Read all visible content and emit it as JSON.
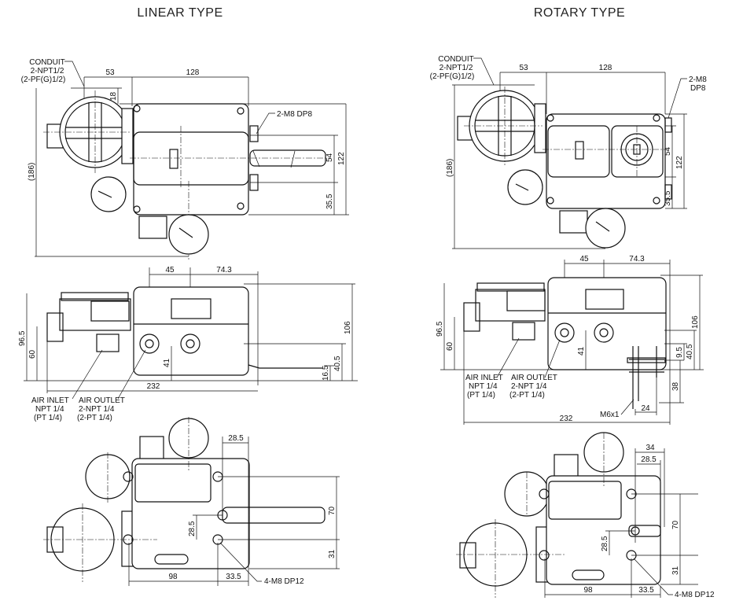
{
  "linear": {
    "title": "LINEAR TYPE",
    "top_view": {
      "conduit_label": [
        "CONDUIT",
        "2-NPT1/2",
        "(2-PF(G)1/2)"
      ],
      "dim_53": "53",
      "dim_128": "128",
      "dim_18": "18",
      "dim_186": "(186)",
      "dim_122": "122",
      "dim_54": "54",
      "dim_35_5": "35.5",
      "mount_label": "2-M8 DP8"
    },
    "side_view": {
      "dim_45": "45",
      "dim_74_3": "74.3",
      "dim_96_5": "96.5",
      "dim_60": "60",
      "dim_41": "41",
      "dim_106": "106",
      "dim_40_5": "40.5",
      "dim_16_5": "16.5",
      "dim_232": "232",
      "air_inlet": [
        "AIR INLET",
        "NPT 1/4",
        "(PT 1/4)"
      ],
      "air_outlet": [
        "AIR OUTLET",
        "2-NPT 1/4",
        "(2-PT 1/4)"
      ]
    },
    "bottom_view": {
      "dim_28_5_top": "28.5",
      "dim_70": "70",
      "dim_31": "31",
      "dim_28_5_side": "28.5",
      "dim_98": "98",
      "dim_33_5": "33.5",
      "mount_label": "4-M8 DP12"
    }
  },
  "rotary": {
    "title": "ROTARY TYPE",
    "top_view": {
      "conduit_label": [
        "CONDUIT",
        "2-NPT1/2",
        "(2-PF(G)1/2)"
      ],
      "dim_53": "53",
      "dim_128": "128",
      "dim_186": "(186)",
      "dim_122": "122",
      "dim_54": "54",
      "dim_35_5": "35.5",
      "mount_label": [
        "2-M8",
        "DP8"
      ]
    },
    "side_view": {
      "dim_45": "45",
      "dim_74_3": "74.3",
      "dim_96_5": "96.5",
      "dim_60": "60",
      "dim_41": "41",
      "dim_106": "106",
      "dim_9_5": "9.5",
      "dim_40_5": "40.5",
      "dim_38": "38",
      "dim_24": "24",
      "shaft_label": "M6x1",
      "dim_232": "232",
      "air_inlet": [
        "AIR INLET",
        "NPT 1/4",
        "(PT 1/4)"
      ],
      "air_outlet": [
        "AIR OUTLET",
        "2-NPT 1/4",
        "(2-PT 1/4)"
      ]
    },
    "bottom_view": {
      "dim_34": "34",
      "dim_28_5_top": "28.5",
      "dim_70": "70",
      "dim_31": "31",
      "dim_28_5_side": "28.5",
      "dim_98": "98",
      "dim_33_5": "33.5",
      "mount_label": "4-M8 DP12"
    }
  }
}
